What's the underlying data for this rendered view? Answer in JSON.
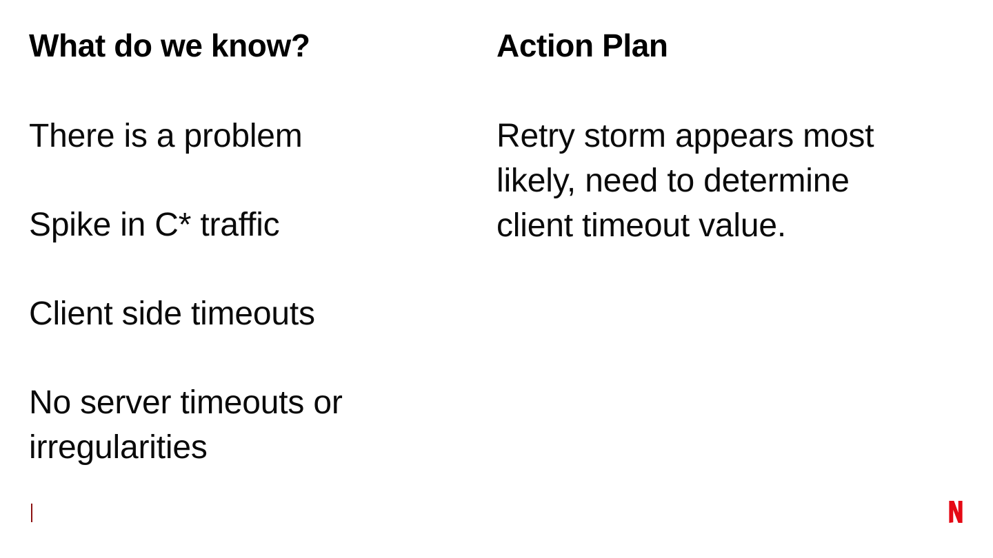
{
  "slide": {
    "background_color": "#FFFFFF",
    "text_color": "#000000",
    "accent_rule_color": "#8C1111",
    "brand": {
      "name": "netflix-n-logo",
      "color": "#E50914"
    }
  },
  "columns": {
    "left": {
      "heading": "What do we know?",
      "items": [
        "There is a problem",
        "Spike in C* traffic",
        "Client side timeouts",
        "No server timeouts or irregularities"
      ]
    },
    "right": {
      "heading": "Action Plan",
      "paragraph": "Retry storm appears most likely, need to determine client timeout value."
    }
  }
}
